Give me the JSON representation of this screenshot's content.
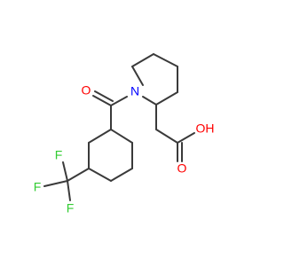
{
  "molecule": {
    "atoms": {
      "nitrogen": {
        "label": "N",
        "color": "#0000ff"
      },
      "carbonyl_oxygen": {
        "label": "O",
        "color": "#ff0000"
      },
      "acid_carbonyl_oxygen": {
        "label": "O",
        "color": "#ff0000"
      },
      "hydroxyl": {
        "label": "OH",
        "color": "#ff0000"
      },
      "fluorine_left": {
        "label": "F",
        "color": "#33cc33"
      },
      "fluorine_top": {
        "label": "F",
        "color": "#33cc33"
      },
      "fluorine_bottom": {
        "label": "F",
        "color": "#33cc33"
      }
    },
    "bond_color": "#3a3a3a",
    "background_color": "#ffffff"
  }
}
